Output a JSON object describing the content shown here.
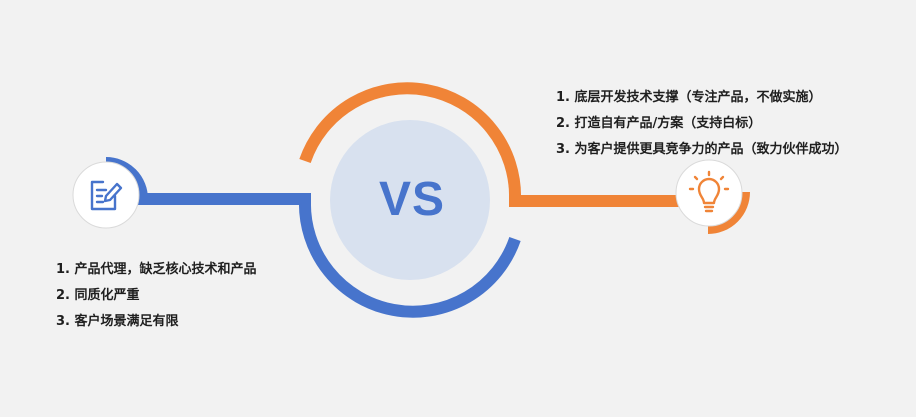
{
  "center": {
    "label": "VS"
  },
  "colors": {
    "orange": "#F08437",
    "blue": "#4774CC",
    "center_fill": "#D8E1EF",
    "background": "#F2F2F2"
  },
  "right_side": {
    "icon": "lightbulb-icon",
    "items": [
      "1. 底层开发技术支撑（专注产品，不做实施）",
      "2. 打造自有产品/方案（支持白标）",
      "3. 为客户提供更具竞争力的产品（致力伙伴成功）"
    ]
  },
  "left_side": {
    "icon": "edit-document-icon",
    "items": [
      "1. 产品代理，缺乏核心技术和产品",
      "2. 同质化严重",
      "3. 客户场景满足有限"
    ]
  }
}
